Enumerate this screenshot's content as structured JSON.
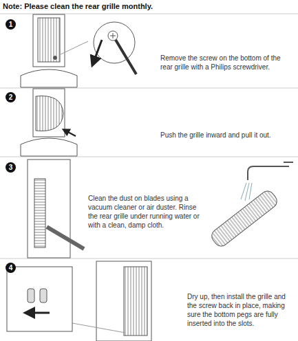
{
  "diagram": {
    "title": "Note: Please clean the rear grille monthly.",
    "nodes": [
      {
        "text": [
          "1"
        ]
      },
      {
        "text": [
          "2"
        ]
      },
      {
        "text": [
          "3"
        ]
      },
      {
        "text": [
          "4"
        ]
      }
    ],
    "labels": [
      "Remove the screw on the bottom of the rear grille with a Philips screwdriver.",
      "Push the grille inward and pull it out.",
      "Clean the dust on blades using a vacuum cleaner or air duster. Rinse the rear grille under running water or with a clean, damp cloth.",
      "Dry up, then install the grille and the screw back in place, making sure the bottom pegs are fully inserted into the slots."
    ]
  }
}
